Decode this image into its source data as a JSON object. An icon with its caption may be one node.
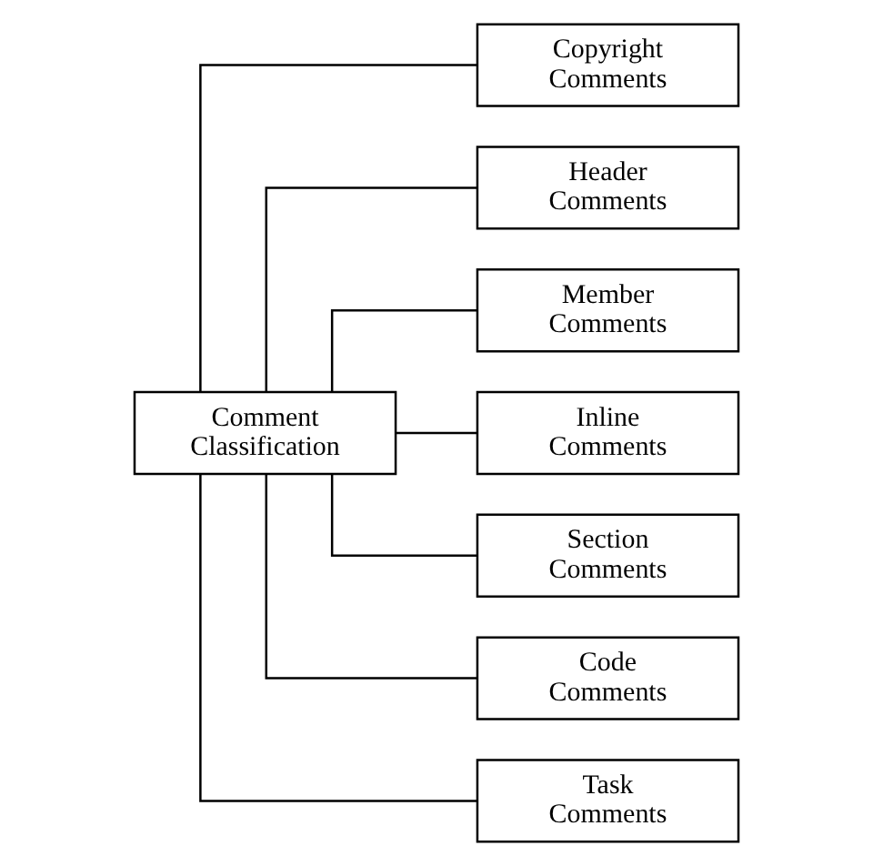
{
  "diagram": {
    "nodes": [
      {
        "text": [
          "Comment Classification"
        ]
      },
      {
        "text": [
          "Copyright Comments"
        ]
      },
      {
        "text": [
          "Header Comments"
        ]
      },
      {
        "text": [
          "Member Comments"
        ]
      },
      {
        "text": [
          "Inline Comments"
        ]
      },
      {
        "text": [
          "Section Comments"
        ]
      },
      {
        "text": [
          "Code Comments"
        ]
      },
      {
        "text": [
          "Task Comments"
        ]
      }
    ],
    "edges": [
      {
        "from": 0,
        "to": 1,
        "arrow": "none"
      },
      {
        "from": 0,
        "to": 2,
        "arrow": "none"
      },
      {
        "from": 0,
        "to": 3,
        "arrow": "none"
      },
      {
        "from": 0,
        "to": 4,
        "arrow": "none"
      },
      {
        "from": 0,
        "to": 5,
        "arrow": "none"
      },
      {
        "from": 0,
        "to": 6,
        "arrow": "none"
      },
      {
        "from": 0,
        "to": 7,
        "arrow": "none"
      }
    ]
  }
}
